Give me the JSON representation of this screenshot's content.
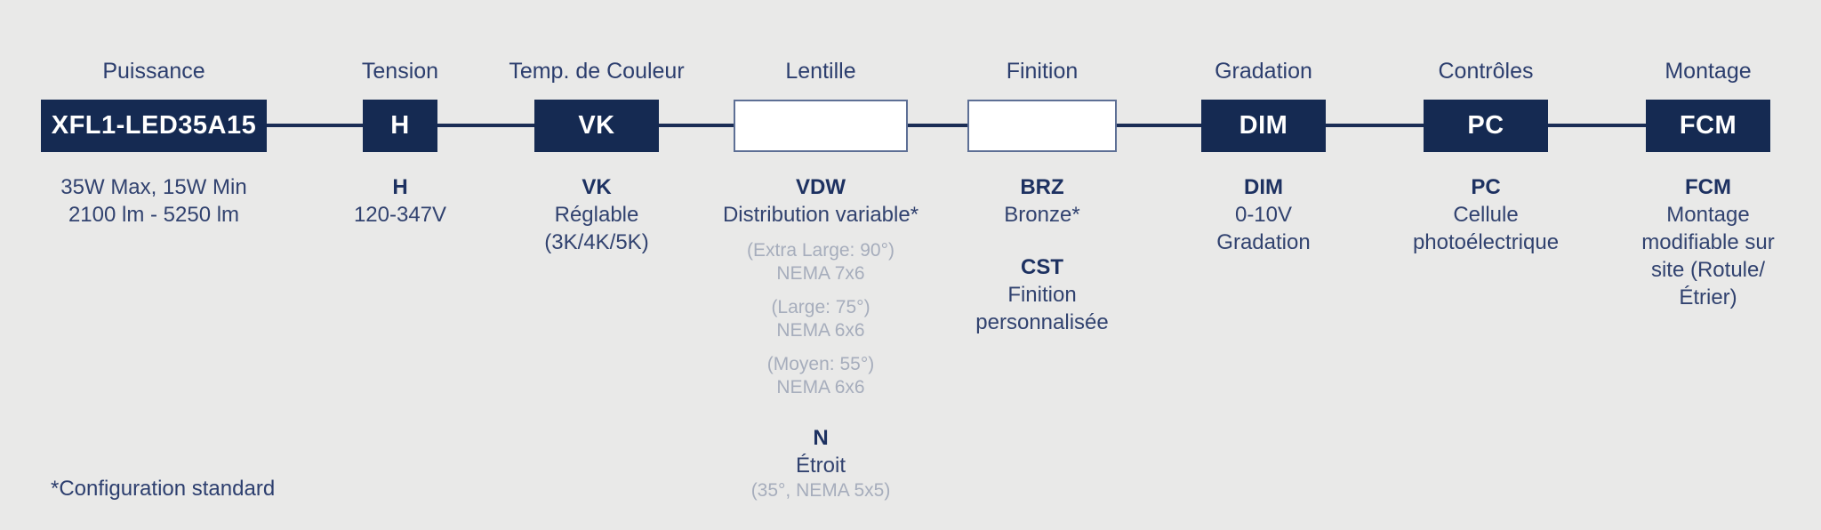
{
  "colors": {
    "navy_box": "#152a52",
    "line": "#1b2d55",
    "heading": "#2c3e6e",
    "code_text": "#1d3161",
    "body_text": "#31426f",
    "muted_text": "#a6adbc",
    "box_text": "#ffffff",
    "outline_border": "#5d6f95",
    "background": "#e9e9e8"
  },
  "footnote": "*Configuration standard",
  "columns": [
    {
      "header": "Puissance",
      "code": "XFL1-LED35A15",
      "box_style": "filled",
      "details": [
        "35W Max, 15W Min",
        "2100 lm - 5250 lm"
      ]
    },
    {
      "header": "Tension",
      "code": "H",
      "box_style": "filled",
      "details": [
        "H",
        "120-347V"
      ]
    },
    {
      "header": "Temp. de Couleur",
      "code": "VK",
      "box_style": "filled",
      "details": [
        "VK",
        "Réglable",
        "(3K/4K/5K)"
      ]
    },
    {
      "header": "Lentille",
      "code": "",
      "box_style": "outline",
      "details": [
        "VDW",
        "Distribution variable*",
        "(Extra Large: 90°)",
        "NEMA 7x6",
        "(Large: 75°)",
        "NEMA 6x6",
        "(Moyen: 55°)",
        "NEMA 6x6",
        "N",
        "Étroit",
        "(35°, NEMA 5x5)"
      ]
    },
    {
      "header": "Finition",
      "code": "",
      "box_style": "outline",
      "details": [
        "BRZ",
        "Bronze*",
        "CST",
        "Finition",
        "personnalisée"
      ]
    },
    {
      "header": "Gradation",
      "code": "DIM",
      "box_style": "filled",
      "details": [
        "DIM",
        "0-10V",
        "Gradation"
      ]
    },
    {
      "header": "Contrôles",
      "code": "PC",
      "box_style": "filled",
      "details": [
        "PC",
        "Cellule",
        "photoélectrique"
      ]
    },
    {
      "header": "Montage",
      "code": "FCM",
      "box_style": "filled",
      "details": [
        "FCM",
        "Montage",
        "modifiable sur",
        "site (Rotule/",
        "Étrier)"
      ]
    }
  ]
}
